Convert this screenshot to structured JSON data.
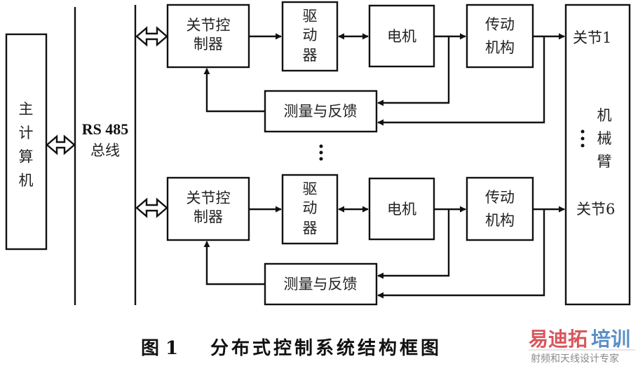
{
  "diagram": {
    "host_computer": {
      "label_chars": [
        "主",
        "计",
        "算",
        "机"
      ]
    },
    "bus": {
      "line1": "RS 485",
      "line2": "总线"
    },
    "channels": [
      {
        "joint_controller": [
          "关节控",
          "制器"
        ],
        "driver": [
          "驱",
          "动",
          "器"
        ],
        "motor": "电机",
        "transmission": [
          "传动",
          "机构"
        ],
        "feedback": "测量与反馈"
      },
      {
        "joint_controller": [
          "关节控",
          "制器"
        ],
        "driver": [
          "驱",
          "动",
          "器"
        ],
        "motor": "电机",
        "transmission": [
          "传动",
          "机构"
        ],
        "feedback": "测量与反馈"
      }
    ],
    "robot_arm": {
      "joint_top": "关节1",
      "joint_bottom": "关节6",
      "label_chars": [
        "机",
        "械",
        "臂"
      ],
      "ellipsis": "⋮"
    },
    "channel_ellipsis": "⋮"
  },
  "caption": {
    "figure_no": "图 1",
    "title": "分布式控制系统结构框图"
  },
  "watermark": {
    "brand": [
      "易迪拓",
      "培训"
    ],
    "brand_colors": [
      "#d9555a",
      "#5b8fc7"
    ],
    "tagline": "射频和天线设计专家"
  }
}
